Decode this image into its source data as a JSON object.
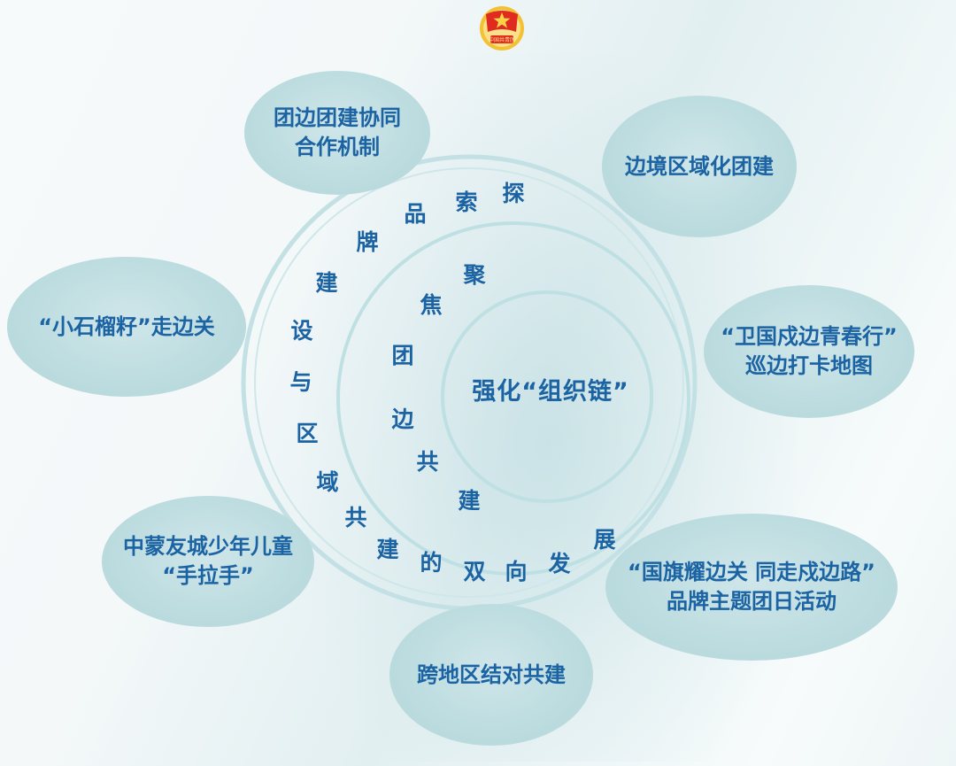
{
  "emblem": {
    "name": "communist-youth-league-emblem",
    "motto_text": "中国共青团",
    "colors": {
      "flag_red": "#e02b20",
      "ring_gold": "#f2c233",
      "star": "#f7d448"
    }
  },
  "colors": {
    "text_blue": "#1b63a3",
    "bubble_fill": "#bcdcdf",
    "ring_stroke": "#bfe0e3"
  },
  "center": {
    "label": "强化“组织链”"
  },
  "middle_ring": {
    "chars": [
      "聚",
      "焦",
      "团",
      "边",
      "共",
      "建"
    ]
  },
  "outer_ring": {
    "chars": [
      "探",
      "索",
      "品",
      "牌",
      "建",
      "设",
      "与",
      "区",
      "域",
      "共",
      "建",
      "的",
      "双",
      "向",
      "发",
      "展"
    ]
  },
  "bubbles": [
    {
      "id": "top-left",
      "lines": [
        "团边团建协同",
        "合作机制"
      ]
    },
    {
      "id": "top-right",
      "lines": [
        "边境区域化团建"
      ]
    },
    {
      "id": "left",
      "lines": [
        "“小石榴籽”走边关"
      ]
    },
    {
      "id": "right",
      "lines": [
        "“卫国戍边青春行”",
        "巡边打卡地图"
      ]
    },
    {
      "id": "bottom-left",
      "lines": [
        "中蒙友城少年儿童",
        "“手拉手”"
      ]
    },
    {
      "id": "bottom-right",
      "lines": [
        "“国旗耀边关 同走戍边路”",
        "品牌主题团日活动"
      ]
    },
    {
      "id": "bottom",
      "lines": [
        "跨地区结对共建"
      ]
    }
  ]
}
